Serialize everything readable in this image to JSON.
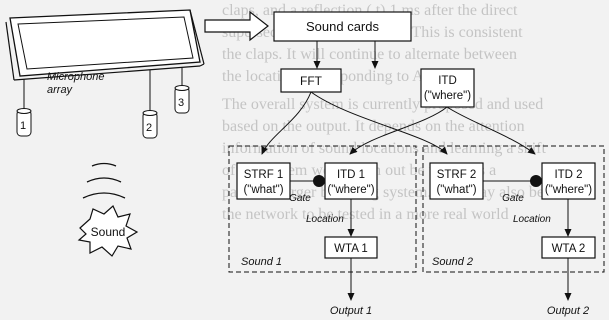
{
  "background_text": [
    "claps, and a reflection (.t) 1 ms after the direct",
    "superseding the last position. This is consistent",
    "the claps. It will continue to alternate between",
    "the location corresponding to A and B.",
    "The overall system is currently proposed and used",
    "based on the output. It depends on the attention",
    "information of sound locations and learning a shift",
    "of the system would turn out be useful as a",
    "part of a larger behaving system. This may also be",
    "the network to be tested in a more real world"
  ],
  "mic": {
    "label": "Microphone array",
    "line1": "Microphone",
    "line2": "array",
    "numbers": [
      "1",
      "2",
      "3"
    ]
  },
  "sound_burst": "Sound",
  "boxes": {
    "sound_cards": "Sound cards",
    "fft": "FFT",
    "itd_top": {
      "line1": "ITD",
      "line2": "(\"where\")"
    },
    "strf1": {
      "line1": "STRF 1",
      "line2": "(\"what\")"
    },
    "itd1": {
      "line1": "ITD 1",
      "line2": "(\"where\")"
    },
    "wta1": "WTA 1",
    "strf2": {
      "line1": "STRF 2",
      "line2": "(\"what\")"
    },
    "itd2": {
      "line1": "ITD 2",
      "line2": "(\"where\")"
    },
    "wta2": "WTA 2"
  },
  "labels": {
    "gate1": "Gate",
    "gate2": "Gate",
    "location1": "Location",
    "location2": "Location",
    "group1": "Sound 1",
    "group2": "Sound 2",
    "output1": "Output 1",
    "output2": "Output 2"
  }
}
